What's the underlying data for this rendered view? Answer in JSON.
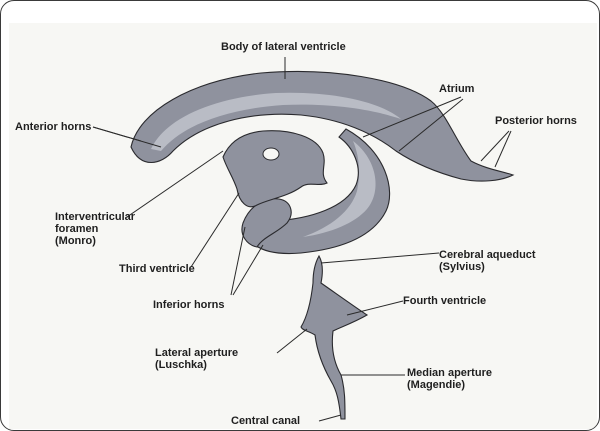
{
  "colors": {
    "frame_border": "#3a3a3a",
    "plate": "#f7f7f4",
    "ventricle_fill": "#8f929e",
    "ventricle_light": "#b9bcc5",
    "ventricle_stroke": "#2a2a2e",
    "leader_line": "#2a2a2a"
  },
  "labels": {
    "body_of_lateral_ventricle": "Body of lateral ventricle",
    "atrium": "Atrium",
    "anterior_horns": "Anterior horns",
    "posterior_horns": "Posterior horns",
    "interventricular_foramen": "Interventricular\nforamen\n(Monro)",
    "third_ventricle": "Third ventricle",
    "cerebral_aqueduct": "Cerebral aqueduct\n(Sylvius)",
    "inferior_horns": "Inferior horns",
    "fourth_ventricle": "Fourth ventricle",
    "lateral_aperture": "Lateral aperture\n(Luschka)",
    "median_aperture": "Median aperture\n(Magendie)",
    "central_canal": "Central canal"
  }
}
